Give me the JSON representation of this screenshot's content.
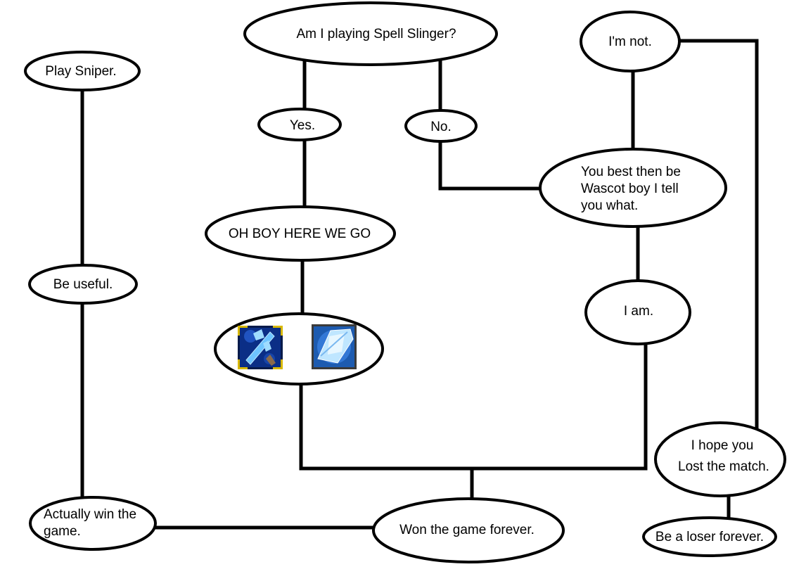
{
  "nodes": {
    "question": "Am I playing Spell Slinger?",
    "im_not": "I'm not.",
    "play_sniper": "Play Sniper.",
    "yes": "Yes.",
    "no": "No.",
    "wascot": [
      "You best then be",
      "Wascot boy I tell",
      "you what."
    ],
    "oh_boy": "OH BOY HERE WE GO",
    "be_useful": "Be useful.",
    "i_am": "I am.",
    "items": {
      "left_icon": "blue-staff-item-icon",
      "right_icon": "ice-crystal-item-icon"
    },
    "hope_lost": [
      "I hope you",
      "Lost the match."
    ],
    "actually_win": [
      "Actually win the",
      "game."
    ],
    "won_forever": "Won the game forever.",
    "loser_forever": "Be a loser forever."
  },
  "colors": {
    "line": "#000000",
    "background": "#ffffff",
    "icon_frame_gold": "#d8b800",
    "icon_blue": "#3a7fe0"
  }
}
